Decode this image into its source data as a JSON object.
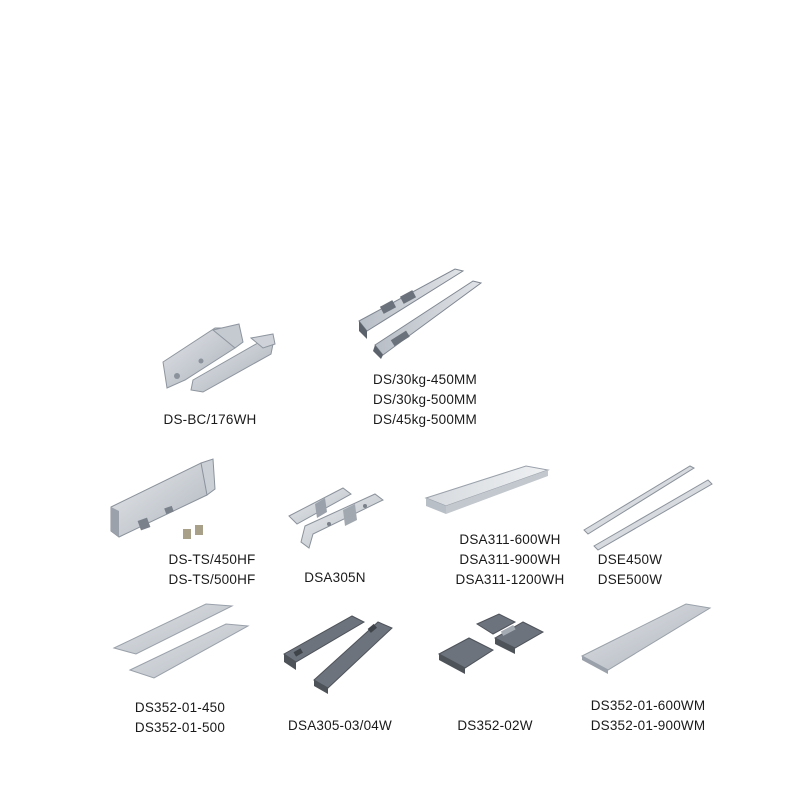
{
  "products": [
    {
      "id": "ds-bc",
      "labels": [
        "DS-BC/176WH"
      ]
    },
    {
      "id": "ds-30kg",
      "labels": [
        "DS/30kg-450MM",
        "DS/30kg-500MM",
        "DS/45kg-500MM"
      ]
    },
    {
      "id": "ds-ts",
      "labels": [
        "DS-TS/450HF",
        "DS-TS/500HF"
      ]
    },
    {
      "id": "dsa305n",
      "labels": [
        "DSA305N"
      ]
    },
    {
      "id": "dsa311",
      "labels": [
        "DSA311-600WH",
        "DSA311-900WH",
        "DSA311-1200WH"
      ]
    },
    {
      "id": "dse",
      "labels": [
        "DSE450W",
        "DSE500W"
      ]
    },
    {
      "id": "ds352-01",
      "labels": [
        "DS352-01-450",
        "DS352-01-500"
      ]
    },
    {
      "id": "dsa305-03",
      "labels": [
        "DSA305-03/04W"
      ]
    },
    {
      "id": "ds352-02w",
      "labels": [
        "DS352-02W"
      ]
    },
    {
      "id": "ds352-01-wm",
      "labels": [
        "DS352-01-600WM",
        "DS352-01-900WM"
      ]
    }
  ],
  "colors": {
    "metal_light": "#d4d8de",
    "metal_mid": "#b3b9c1",
    "metal_dark": "#8b929b",
    "grey_part": "#646a73",
    "text": "#1a1a1a"
  }
}
